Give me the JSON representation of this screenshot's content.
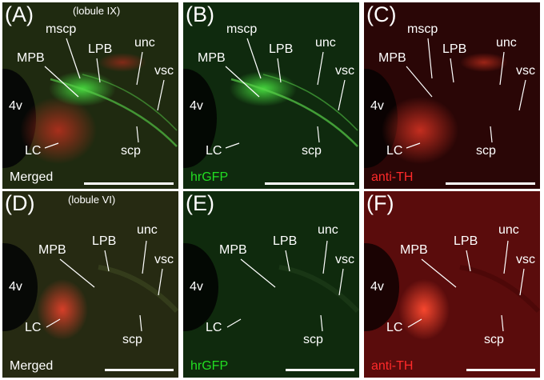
{
  "colors": {
    "merged_bg": "#1e2410",
    "green_bg": "#0f2a0e",
    "red_bg": "#2a0606",
    "red_bg_bright": "#5a0c0c",
    "gfp": "#3ad83a",
    "th": "#e23a2a",
    "label_white": "#ffffff",
    "hrgfp_text": "#22dd22",
    "antith_text": "#ff2a2a"
  },
  "panels": [
    {
      "letter": "(A)",
      "lobule": "(lobule IX)",
      "mscp": "mscp",
      "mpb": "MPB",
      "lpb": "LPB",
      "unc": "unc",
      "vsc": "vsc",
      "v4": "4v",
      "lc": "LC",
      "scp": "scp",
      "channel": "Merged"
    },
    {
      "letter": "(B)",
      "lobule": "",
      "mscp": "mscp",
      "mpb": "MPB",
      "lpb": "LPB",
      "unc": "unc",
      "vsc": "vsc",
      "v4": "4v",
      "lc": "LC",
      "scp": "scp",
      "channel": "hrGFP"
    },
    {
      "letter": "(C)",
      "lobule": "",
      "mscp": "mscp",
      "mpb": "MPB",
      "lpb": "LPB",
      "unc": "unc",
      "vsc": "vsc",
      "v4": "4v",
      "lc": "LC",
      "scp": "scp",
      "channel": "anti-TH"
    },
    {
      "letter": "(D)",
      "lobule": "(lobule VI)",
      "mscp": "",
      "mpb": "MPB",
      "lpb": "LPB",
      "unc": "unc",
      "vsc": "vsc",
      "v4": "4v",
      "lc": "LC",
      "scp": "scp",
      "channel": "Merged"
    },
    {
      "letter": "(E)",
      "lobule": "",
      "mscp": "",
      "mpb": "MPB",
      "lpb": "LPB",
      "unc": "unc",
      "vsc": "vsc",
      "v4": "4v",
      "lc": "LC",
      "scp": "scp",
      "channel": "hrGFP"
    },
    {
      "letter": "(F)",
      "lobule": "",
      "mscp": "",
      "mpb": "MPB",
      "lpb": "LPB",
      "unc": "unc",
      "vsc": "vsc",
      "v4": "4v",
      "lc": "LC",
      "scp": "scp",
      "channel": "anti-TH"
    }
  ]
}
